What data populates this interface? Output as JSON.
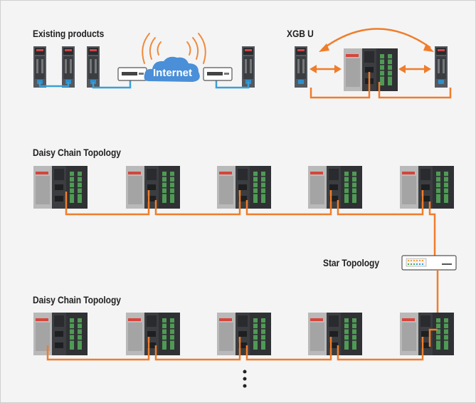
{
  "labels": {
    "existing": "Existing products",
    "xgbu": "XGB U",
    "daisy_top": "Daisy Chain Topology",
    "star": "Star Topology",
    "daisy_bottom": "Daisy Chain Topology",
    "internet": "Internet"
  },
  "colors": {
    "background": "#f4f4f4",
    "orange_link": "#ef7d2b",
    "blue_link": "#3aa0d8",
    "cloud": "#4a8fd8"
  },
  "icons": [
    "plc-module",
    "ethernet-switch",
    "internet-cloud",
    "wifi-signal",
    "ellipsis-dots"
  ]
}
